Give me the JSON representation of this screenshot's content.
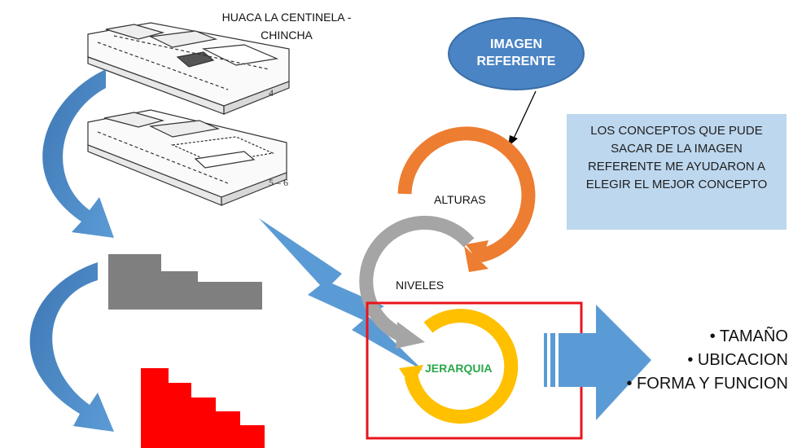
{
  "reference": {
    "title_line1": "HUACA LA CENTINELA -",
    "title_line2": "CHINCHA",
    "figure_label_top": "4",
    "figure_label_bottom": "5 – 6"
  },
  "ref_ellipse": {
    "line1": "IMAGEN",
    "line2": "REFERENTE"
  },
  "note": {
    "line1": "LOS CONCEPTOS QUE PUDE",
    "line2": "SACAR DE LA IMAGEN",
    "line3": "REFERENTE ME AYUDARON A",
    "line4": "ELEGIR EL MEJOR CONCEPTO"
  },
  "cycle": {
    "alturas": "ALTURAS",
    "niveles": "NIVELES",
    "jerarquia": "JERARQUIA"
  },
  "results": {
    "item1": "• TAMAÑO",
    "item2": "• UBICACION",
    "item3": "• FORMA Y FUNCION"
  },
  "colors": {
    "blue_arrow": "#5b9bd5",
    "ellipse": "#4a84c4",
    "orange_ring": "#ed7d31",
    "gray_ring": "#a5a5a5",
    "yellow_ring": "#ffc000",
    "highlight_frame": "#e8141b",
    "gray_step": "#7f7f7f",
    "red_step": "#ff0000",
    "jerarquia_text": "#2aa84a",
    "note_bg": "#bdd7ee"
  }
}
